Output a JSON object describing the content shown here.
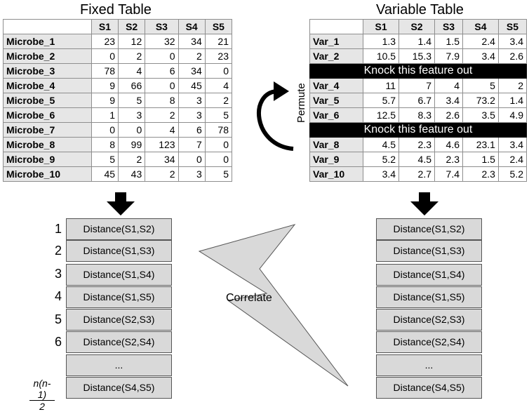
{
  "fixed": {
    "title": "Fixed Table",
    "columns": [
      "S1",
      "S2",
      "S3",
      "S4",
      "S5"
    ],
    "rows": [
      {
        "label": "Microbe_1",
        "values": [
          "23",
          "12",
          "32",
          "34",
          "21"
        ]
      },
      {
        "label": "Microbe_2",
        "values": [
          "0",
          "2",
          "0",
          "2",
          "23"
        ]
      },
      {
        "label": "Microbe_3",
        "values": [
          "78",
          "4",
          "6",
          "34",
          "0"
        ]
      },
      {
        "label": "Microbe_4",
        "values": [
          "9",
          "66",
          "0",
          "45",
          "4"
        ]
      },
      {
        "label": "Microbe_5",
        "values": [
          "9",
          "5",
          "8",
          "3",
          "2"
        ]
      },
      {
        "label": "Microbe_6",
        "values": [
          "1",
          "3",
          "2",
          "3",
          "5"
        ]
      },
      {
        "label": "Microbe_7",
        "values": [
          "0",
          "0",
          "4",
          "6",
          "78"
        ]
      },
      {
        "label": "Microbe_8",
        "values": [
          "8",
          "99",
          "123",
          "7",
          "0"
        ]
      },
      {
        "label": "Microbe_9",
        "values": [
          "5",
          "2",
          "34",
          "0",
          "0"
        ]
      },
      {
        "label": "Microbe_10",
        "values": [
          "45",
          "43",
          "2",
          "3",
          "5"
        ]
      }
    ]
  },
  "variable": {
    "title": "Variable Table",
    "columns": [
      "S1",
      "S2",
      "S3",
      "S4",
      "S5"
    ],
    "rows": [
      {
        "label": "Var_1",
        "values": [
          "1.3",
          "1.4",
          "1.5",
          "2.4",
          "3.4"
        ]
      },
      {
        "label": "Var_2",
        "values": [
          "10.5",
          "15.3",
          "7.9",
          "3.4",
          "2.6"
        ]
      },
      {
        "knockout": "Knock this feature out"
      },
      {
        "label": "Var_4",
        "values": [
          "11",
          "7",
          "4",
          "5",
          "2"
        ]
      },
      {
        "label": "Var_5",
        "values": [
          "5.7",
          "6.7",
          "3.4",
          "73.2",
          "1.4"
        ]
      },
      {
        "label": "Var_6",
        "values": [
          "12.5",
          "8.3",
          "2.6",
          "3.5",
          "4.9"
        ]
      },
      {
        "knockout": "Knock this feature out"
      },
      {
        "label": "Var_8",
        "values": [
          "4.5",
          "2.3",
          "4.6",
          "23.1",
          "3.4"
        ]
      },
      {
        "label": "Var_9",
        "values": [
          "5.2",
          "4.5",
          "2.3",
          "1.5",
          "2.4"
        ]
      },
      {
        "label": "Var_10",
        "values": [
          "3.4",
          "2.7",
          "7.4",
          "2.3",
          "5.2"
        ]
      }
    ]
  },
  "permute_label": "Permute",
  "correlate_label": "Correlate",
  "distances": [
    "Distance(S1,S2)",
    "Distance(S1,S3)",
    "Distance(S1,S4)",
    "Distance(S1,S5)",
    "Distance(S2,S3)",
    "Distance(S2,S4)",
    "...",
    "Distance(S4,S5)"
  ],
  "indices": [
    "1",
    "2",
    "3",
    "4",
    "5",
    "6"
  ],
  "last_index": {
    "numerator": "n(n-1)",
    "denominator": "2"
  },
  "colors": {
    "box_fill": "#d9d9d9",
    "header_fill": "#e6e6e6",
    "knockout_fill": "#000000",
    "bolt_fill": "#d9d9d9"
  }
}
